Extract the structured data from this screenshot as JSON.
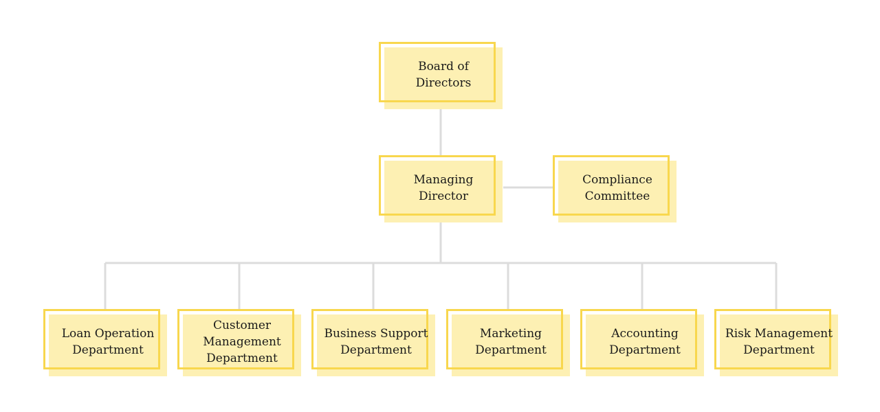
{
  "diagram": {
    "colors": {
      "box_fill": "#fdf0b3",
      "box_border": "#f8d74e",
      "connector": "#dcdcdc",
      "text": "#1a1a1a"
    },
    "nodes": {
      "board": "Board of\nDirectors",
      "managing_director": "Managing\nDirector",
      "compliance": "Compliance\nCommittee",
      "loan_operation": "Loan Operation\nDepartment",
      "customer_management": "Customer\nManagement\nDepartment",
      "business_support": "Business Support\nDepartment",
      "marketing": "Marketing\nDepartment",
      "accounting": "Accounting\nDepartment",
      "risk_management": "Risk Management\nDepartment"
    }
  }
}
